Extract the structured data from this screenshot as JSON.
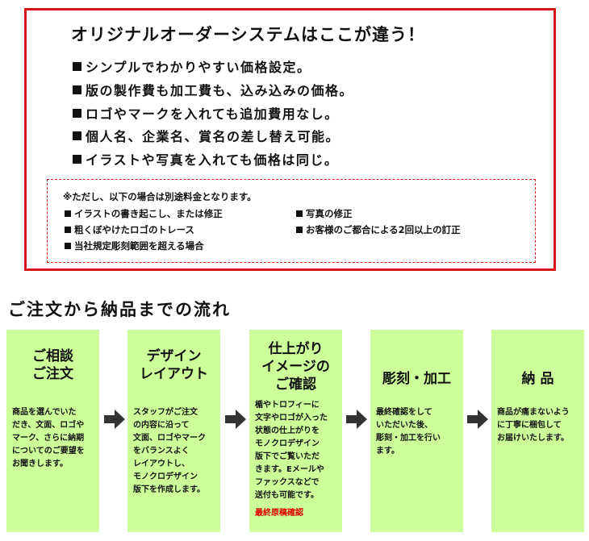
{
  "features": {
    "headline": "オリジナルオーダーシステムはここが違う！",
    "items": [
      "シンプルでわかりやすい価格設定。",
      "版の製作費も加工費も、込み込みの価格。",
      "ロゴやマークを入れても追加費用なし。",
      "個人名、企業名、賞名の差し替え可能。",
      "イラストや写真を入れても価格は同じ。"
    ]
  },
  "note": {
    "intro": "※ただし、以下の場合は別途料金となります。",
    "items": [
      "イラストの書き起こし、または修正",
      "写真の修正",
      "粗くぼやけたロゴのトレース",
      "お客様のご都合による2回以上の訂正",
      "当社規定彫刻範囲を超える場合"
    ]
  },
  "flow": {
    "title": "ご注文から納品までの流れ",
    "steps": [
      {
        "title": "ご相談\nご注文",
        "body": "商品を選んでいた\nだき、文面、ロゴや\nマーク、さらに納期\nについてのご要望を\nお聞きします。"
      },
      {
        "title": "デザイン\nレイアウト",
        "body": "スタッフがご注文\nの内容に沿って\n文面、ロゴやマーク\nをバランスよく\nレイアウトし、\nモノクロデザイン\n版下を作成します。"
      },
      {
        "title": "仕上がり\nイメージの\nご確認",
        "body": "楯やトロフィーに\n文字やロゴが入った\n状態の仕上がりを\nモノクロデザイン\n版下でご覧いただ\nきます。Eメールや\nファックスなどで\n送付も可能です。",
        "alert": "最終原稿確認"
      },
      {
        "title": "彫刻・加工",
        "body": "最終確認をして\nいただいた後、\n彫刻・加工を行い\nます。"
      },
      {
        "title": "納 品",
        "body": "商品が痛まないよう\nに丁寧に梱包して\nお届けいたします。"
      }
    ]
  },
  "colors": {
    "border_red": "#d8141b",
    "step_bg": "#ccff99",
    "alert_red": "#e00000",
    "arrow": "#333333"
  },
  "icons": {
    "step_arrow": "right-arrow-icon"
  }
}
